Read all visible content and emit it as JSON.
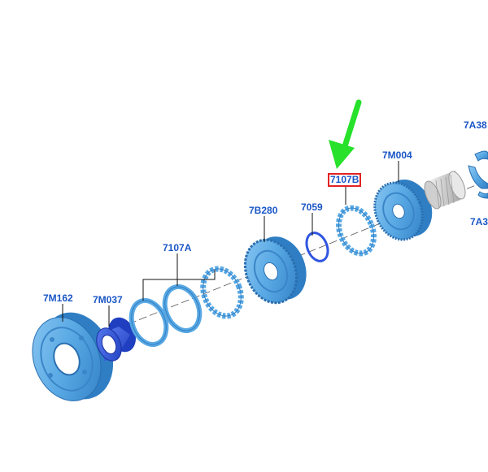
{
  "diagram": {
    "accent_label_color": "#1a56c6",
    "highlight_color": "#e32222",
    "arrow_color": "#27e12b",
    "part_color": "#58a8e4",
    "part_dark_color": "#3a85c8",
    "bearing_color": "#2f55e0",
    "gray_part_color": "#d4d4d4",
    "highlighted_part": "7107B",
    "callouts": {
      "c7M162": "7M162",
      "c7M037": "7M037",
      "c7107A": "7107A",
      "c7B280": "7B280",
      "c7059": "7059",
      "c7107B": "7107B",
      "c7M004": "7M004",
      "c7A38": "7A38",
      "c7A3": "7A3"
    }
  }
}
